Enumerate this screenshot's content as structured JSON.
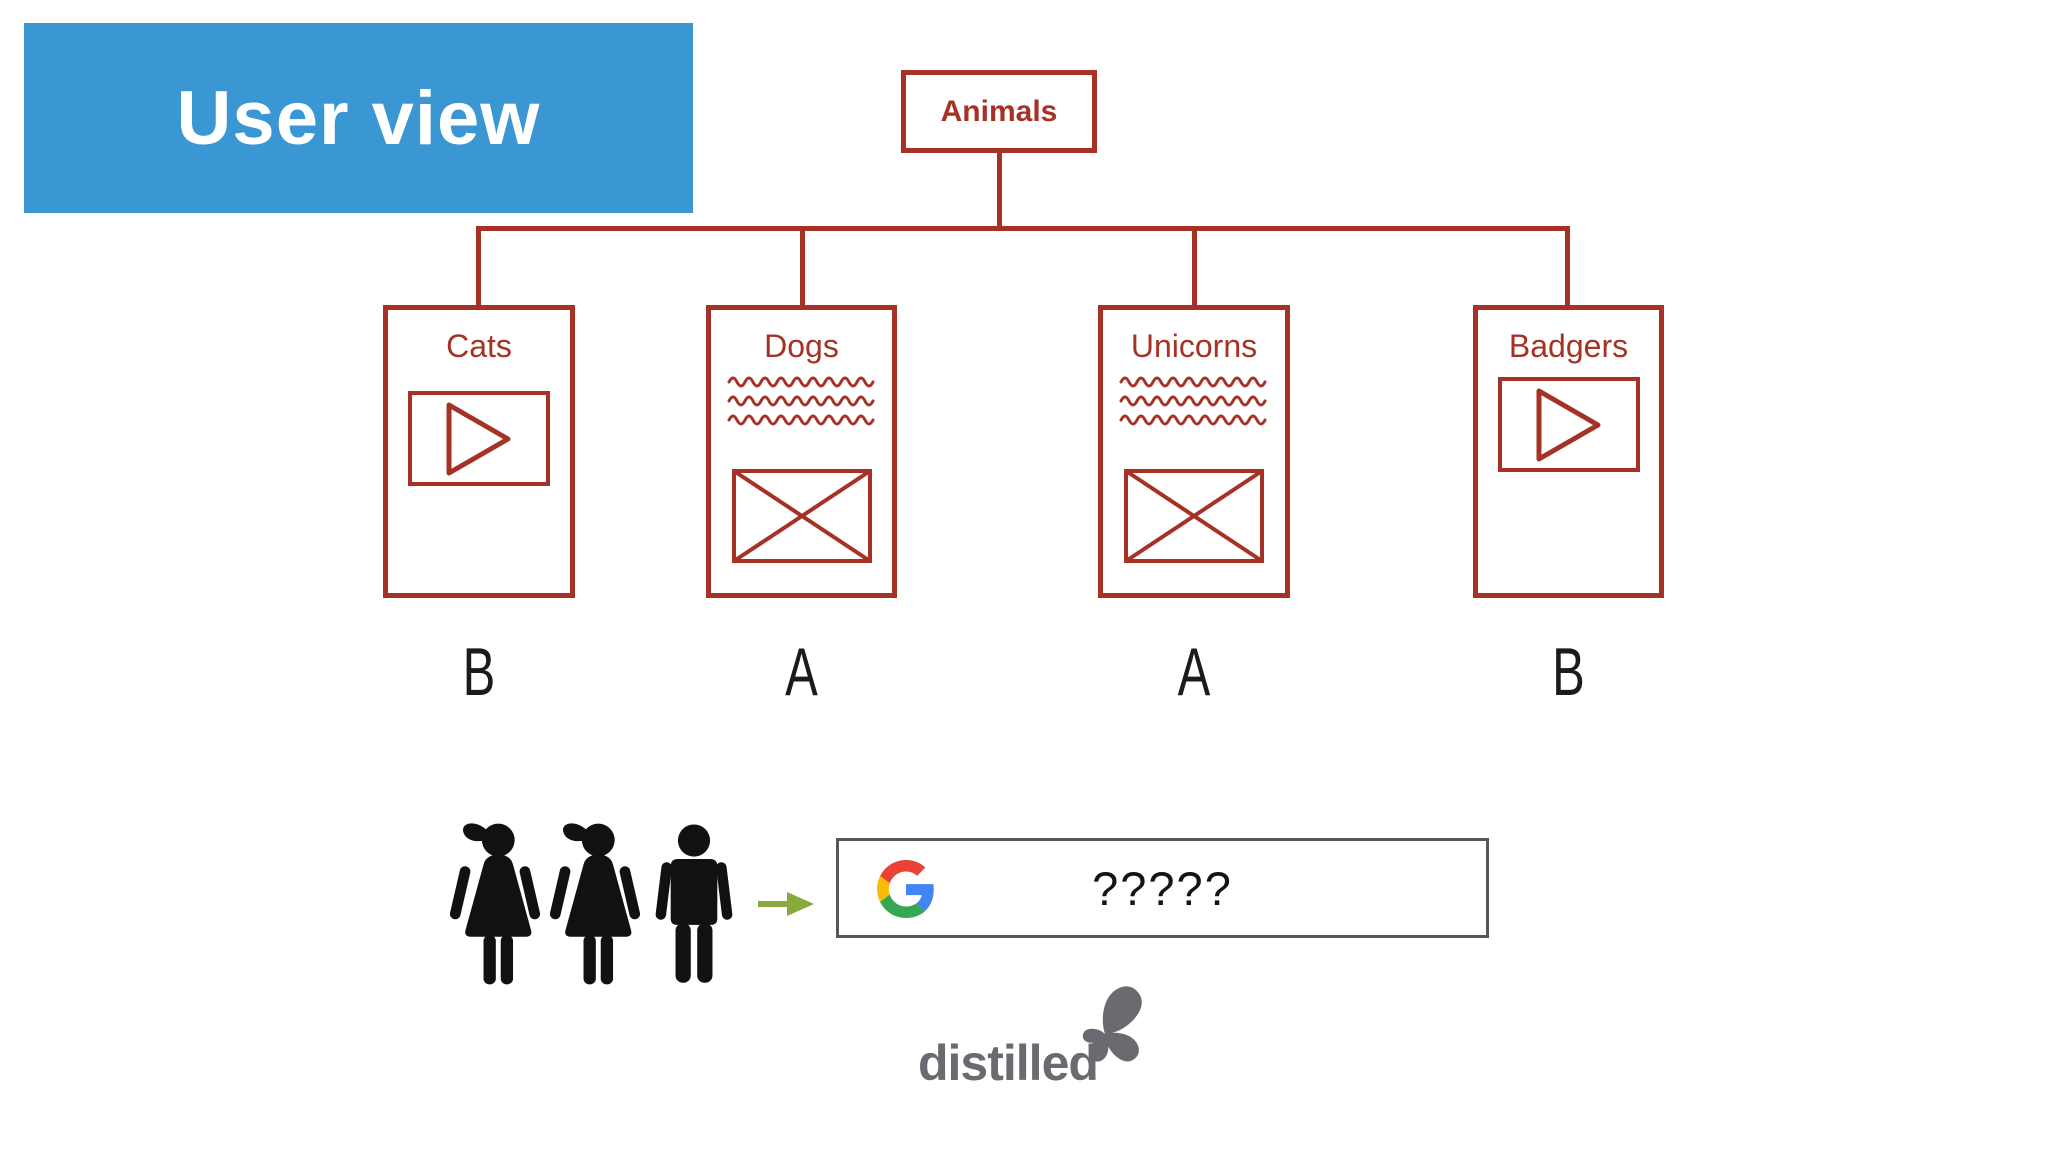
{
  "banner": {
    "title": "User view",
    "bg_color": "#3b97d3",
    "text_color": "#ffffff"
  },
  "tree": {
    "accent_color": "#a63226",
    "root": {
      "label": "Animals"
    },
    "children": [
      {
        "label": "Cats",
        "content": "video",
        "group": "B"
      },
      {
        "label": "Dogs",
        "content": "text-and-image",
        "group": "A"
      },
      {
        "label": "Unicorns",
        "content": "text-and-image",
        "group": "A"
      },
      {
        "label": "Badgers",
        "content": "video",
        "group": "B"
      }
    ]
  },
  "users": {
    "icons": [
      "female-person-icon",
      "female-person-icon",
      "male-person-icon"
    ],
    "color": "#111111"
  },
  "arrow": {
    "icon": "right-arrow-icon",
    "color": "#8aab3c"
  },
  "search": {
    "engine_icon": "google-g-logo",
    "query": "?????",
    "border_color": "#58585a",
    "logo_colors": {
      "red": "#EA4335",
      "blue": "#4285F4",
      "yellow": "#FBBC05",
      "green": "#34A853"
    }
  },
  "footer": {
    "brand": "distilled",
    "icon": "splat-icon",
    "color": "#6b6a70"
  }
}
